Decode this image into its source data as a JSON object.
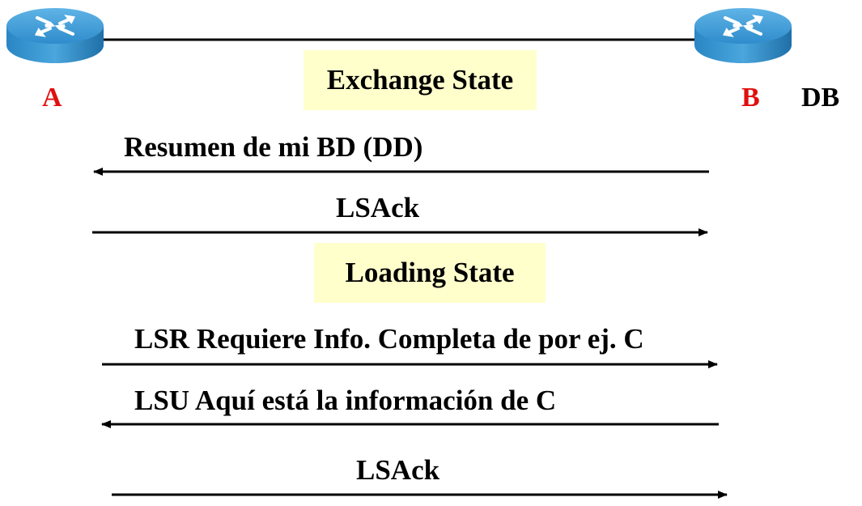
{
  "colors": {
    "router_label": "#e01010",
    "state_box_bg": "#ffffcc",
    "text": "#000000",
    "router_top": "#3d9bd6",
    "router_side": "#1a6fae"
  },
  "routers": {
    "a": {
      "label": "A",
      "icon": "router-icon"
    },
    "b": {
      "label": "B",
      "icon": "router-icon"
    }
  },
  "db_label": "DB",
  "states": {
    "exchange": "Exchange State",
    "loading": "Loading State"
  },
  "messages": [
    {
      "id": "dd",
      "text": "Resumen de mi BD  (DD)",
      "direction": "B-to-A"
    },
    {
      "id": "lsack1",
      "text": "LSAck",
      "direction": "A-to-B"
    },
    {
      "id": "lsr",
      "text": "LSR Requiere Info. Completa de por ej. C",
      "direction": "A-to-B"
    },
    {
      "id": "lsu",
      "text": "LSU Aquí está la información de C",
      "direction": "B-to-A"
    },
    {
      "id": "lsack2",
      "text": "LSAck",
      "direction": "A-to-B"
    }
  ]
}
